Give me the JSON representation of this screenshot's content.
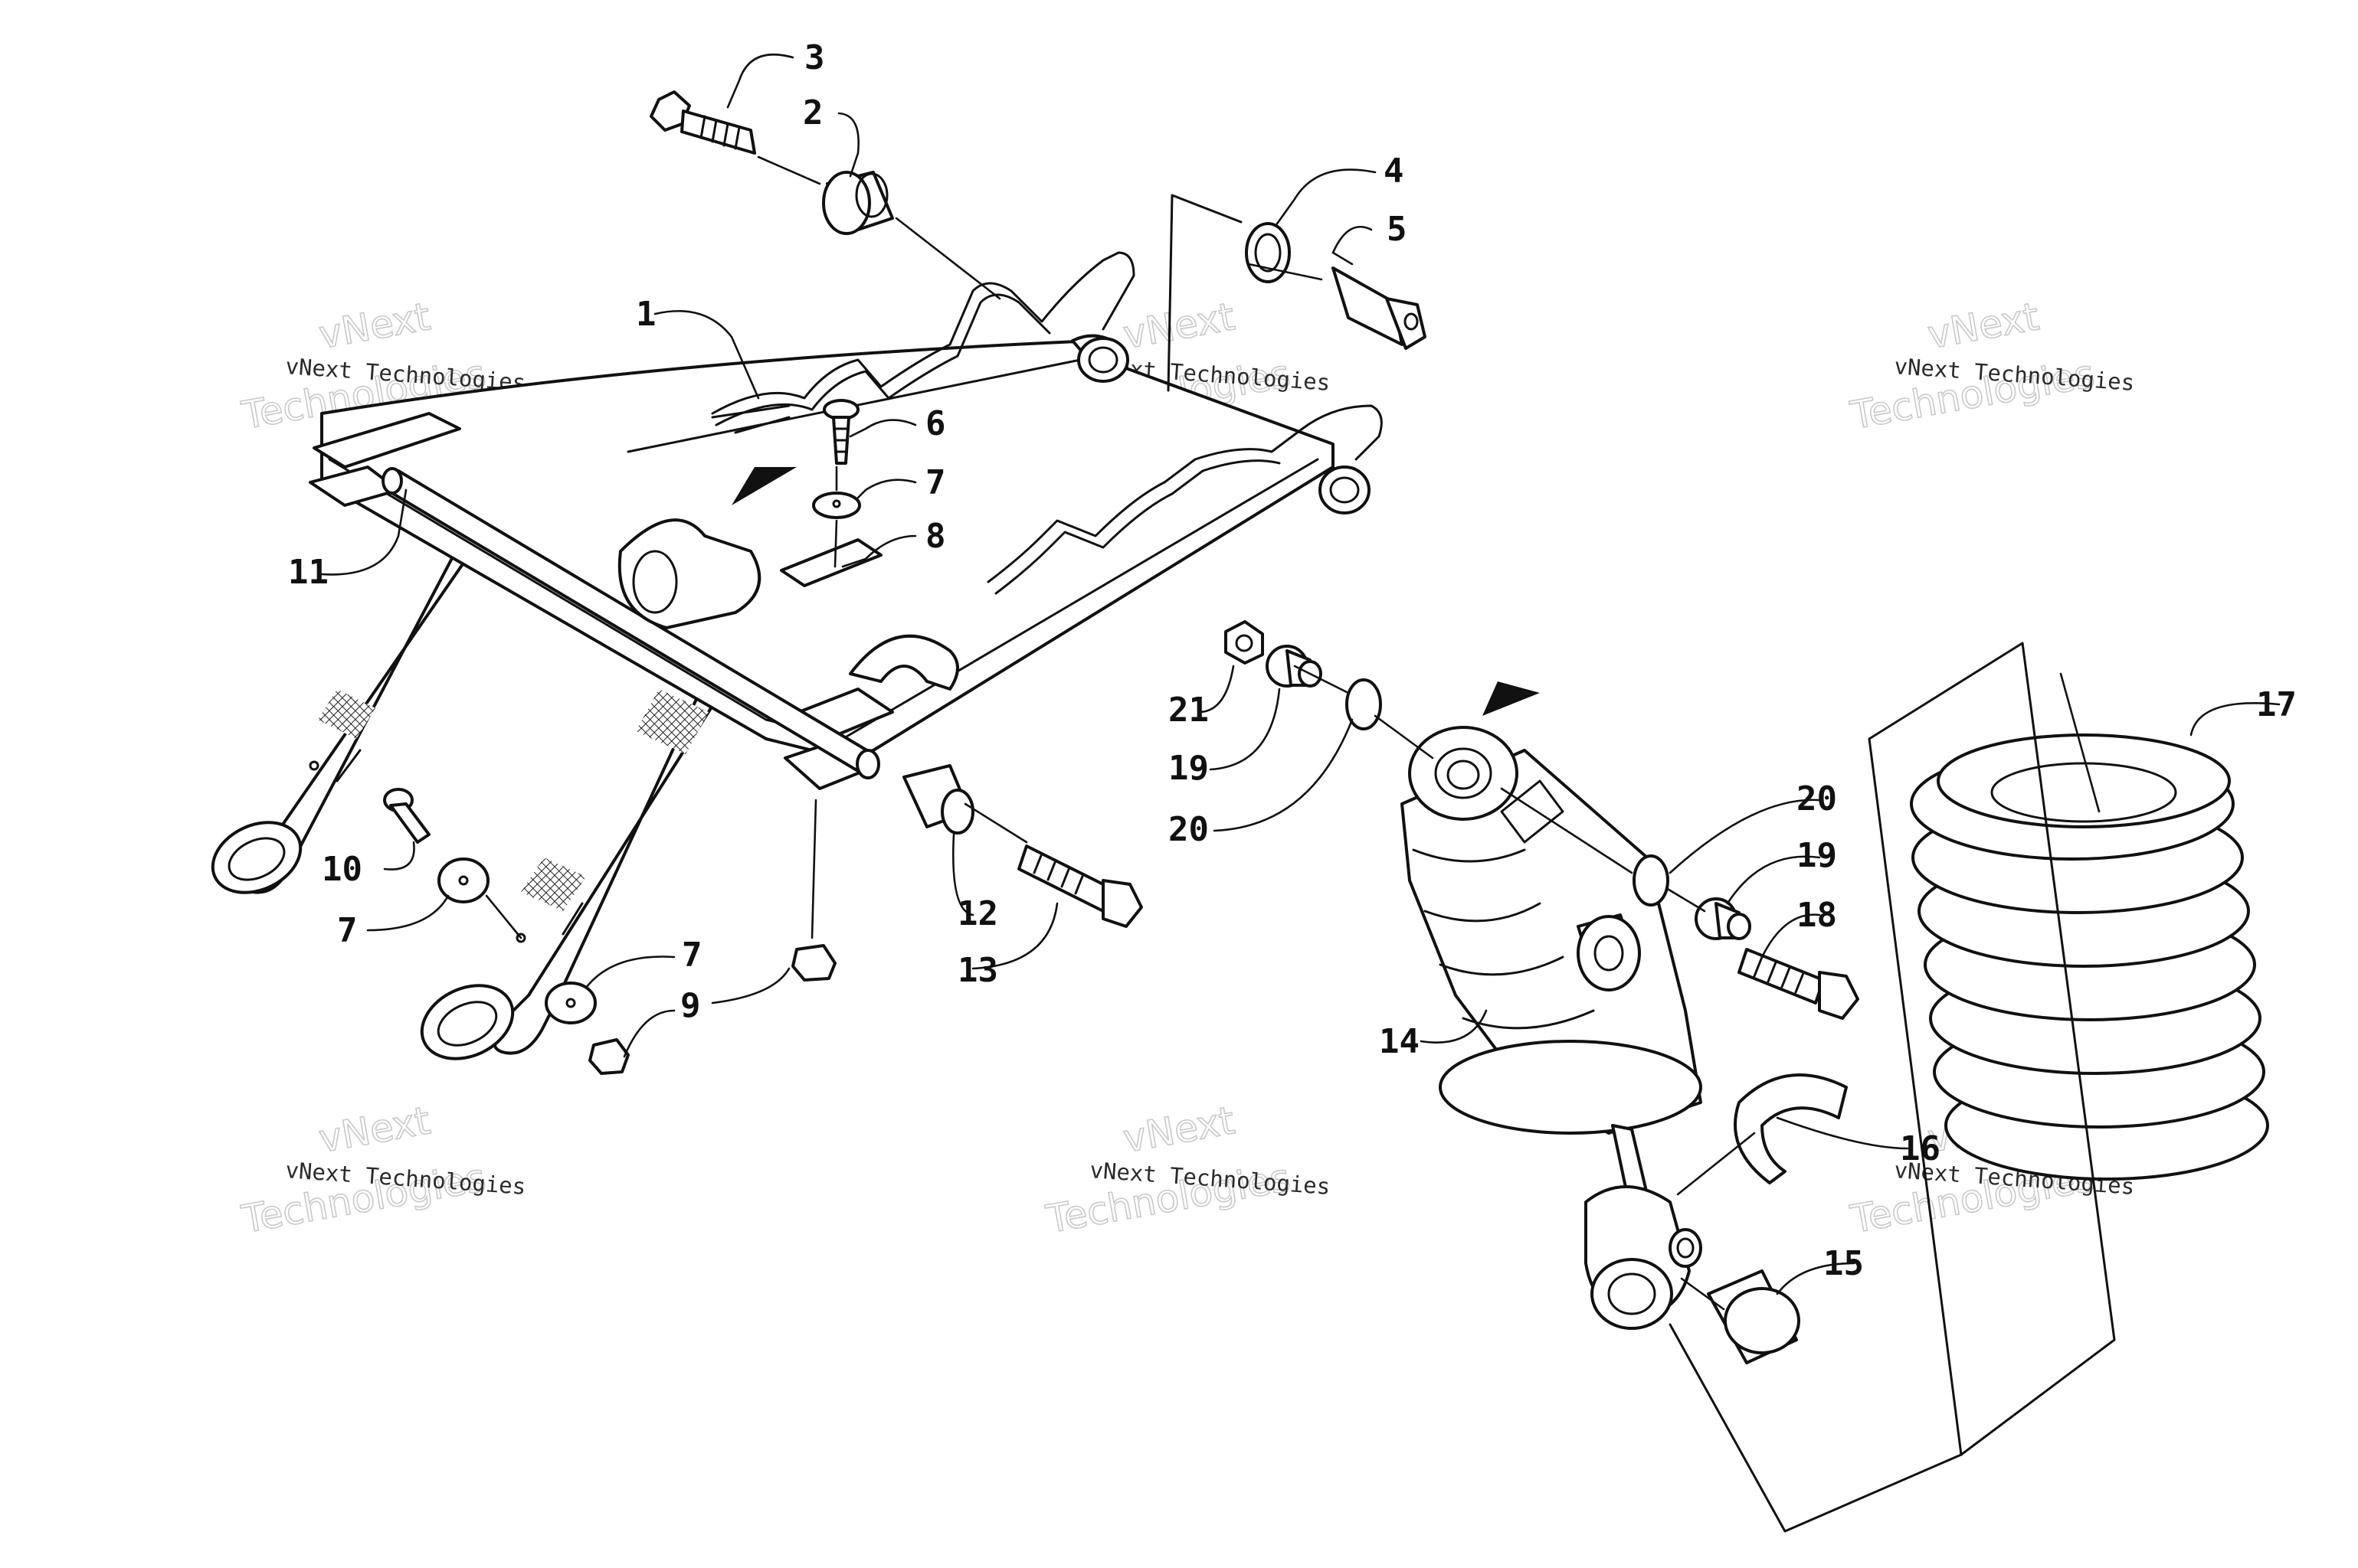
{
  "callouts": [
    {
      "id": "c1",
      "text": "1"
    },
    {
      "id": "c2",
      "text": "2"
    },
    {
      "id": "c3",
      "text": "3"
    },
    {
      "id": "c4",
      "text": "4"
    },
    {
      "id": "c5",
      "text": "5"
    },
    {
      "id": "c6",
      "text": "6"
    },
    {
      "id": "c7a",
      "text": "7"
    },
    {
      "id": "c7b",
      "text": "7"
    },
    {
      "id": "c7c",
      "text": "7"
    },
    {
      "id": "c8",
      "text": "8"
    },
    {
      "id": "c9",
      "text": "9"
    },
    {
      "id": "c10",
      "text": "10"
    },
    {
      "id": "c11",
      "text": "11"
    },
    {
      "id": "c12",
      "text": "12"
    },
    {
      "id": "c13",
      "text": "13"
    },
    {
      "id": "c14",
      "text": "14"
    },
    {
      "id": "c15",
      "text": "15"
    },
    {
      "id": "c16",
      "text": "16"
    },
    {
      "id": "c17",
      "text": "17"
    },
    {
      "id": "c18",
      "text": "18"
    },
    {
      "id": "c19a",
      "text": "19"
    },
    {
      "id": "c19b",
      "text": "19"
    },
    {
      "id": "c20a",
      "text": "20"
    },
    {
      "id": "c20b",
      "text": "20"
    },
    {
      "id": "c21",
      "text": "21"
    }
  ],
  "watermark": {
    "line_small": "vNext Technologies",
    "line_big_1": "vNext",
    "line_big_2": "Technologies"
  }
}
